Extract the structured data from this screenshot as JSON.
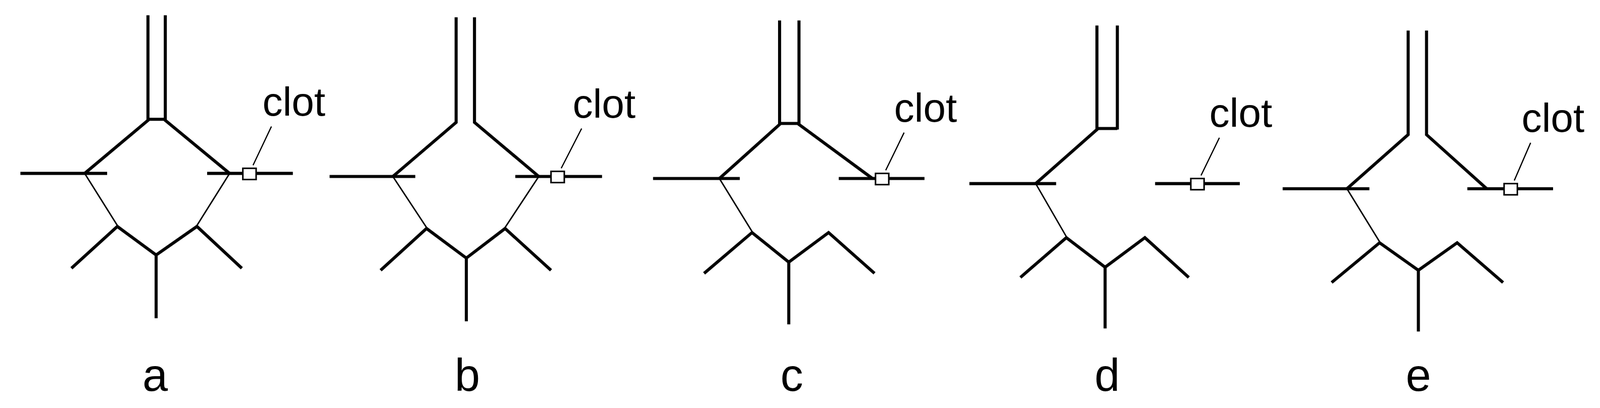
{
  "diagram": {
    "labels": [
      "clot",
      "a",
      "clot",
      "b",
      "clot",
      "c",
      "clot",
      "d",
      "clot",
      "e"
    ]
  }
}
